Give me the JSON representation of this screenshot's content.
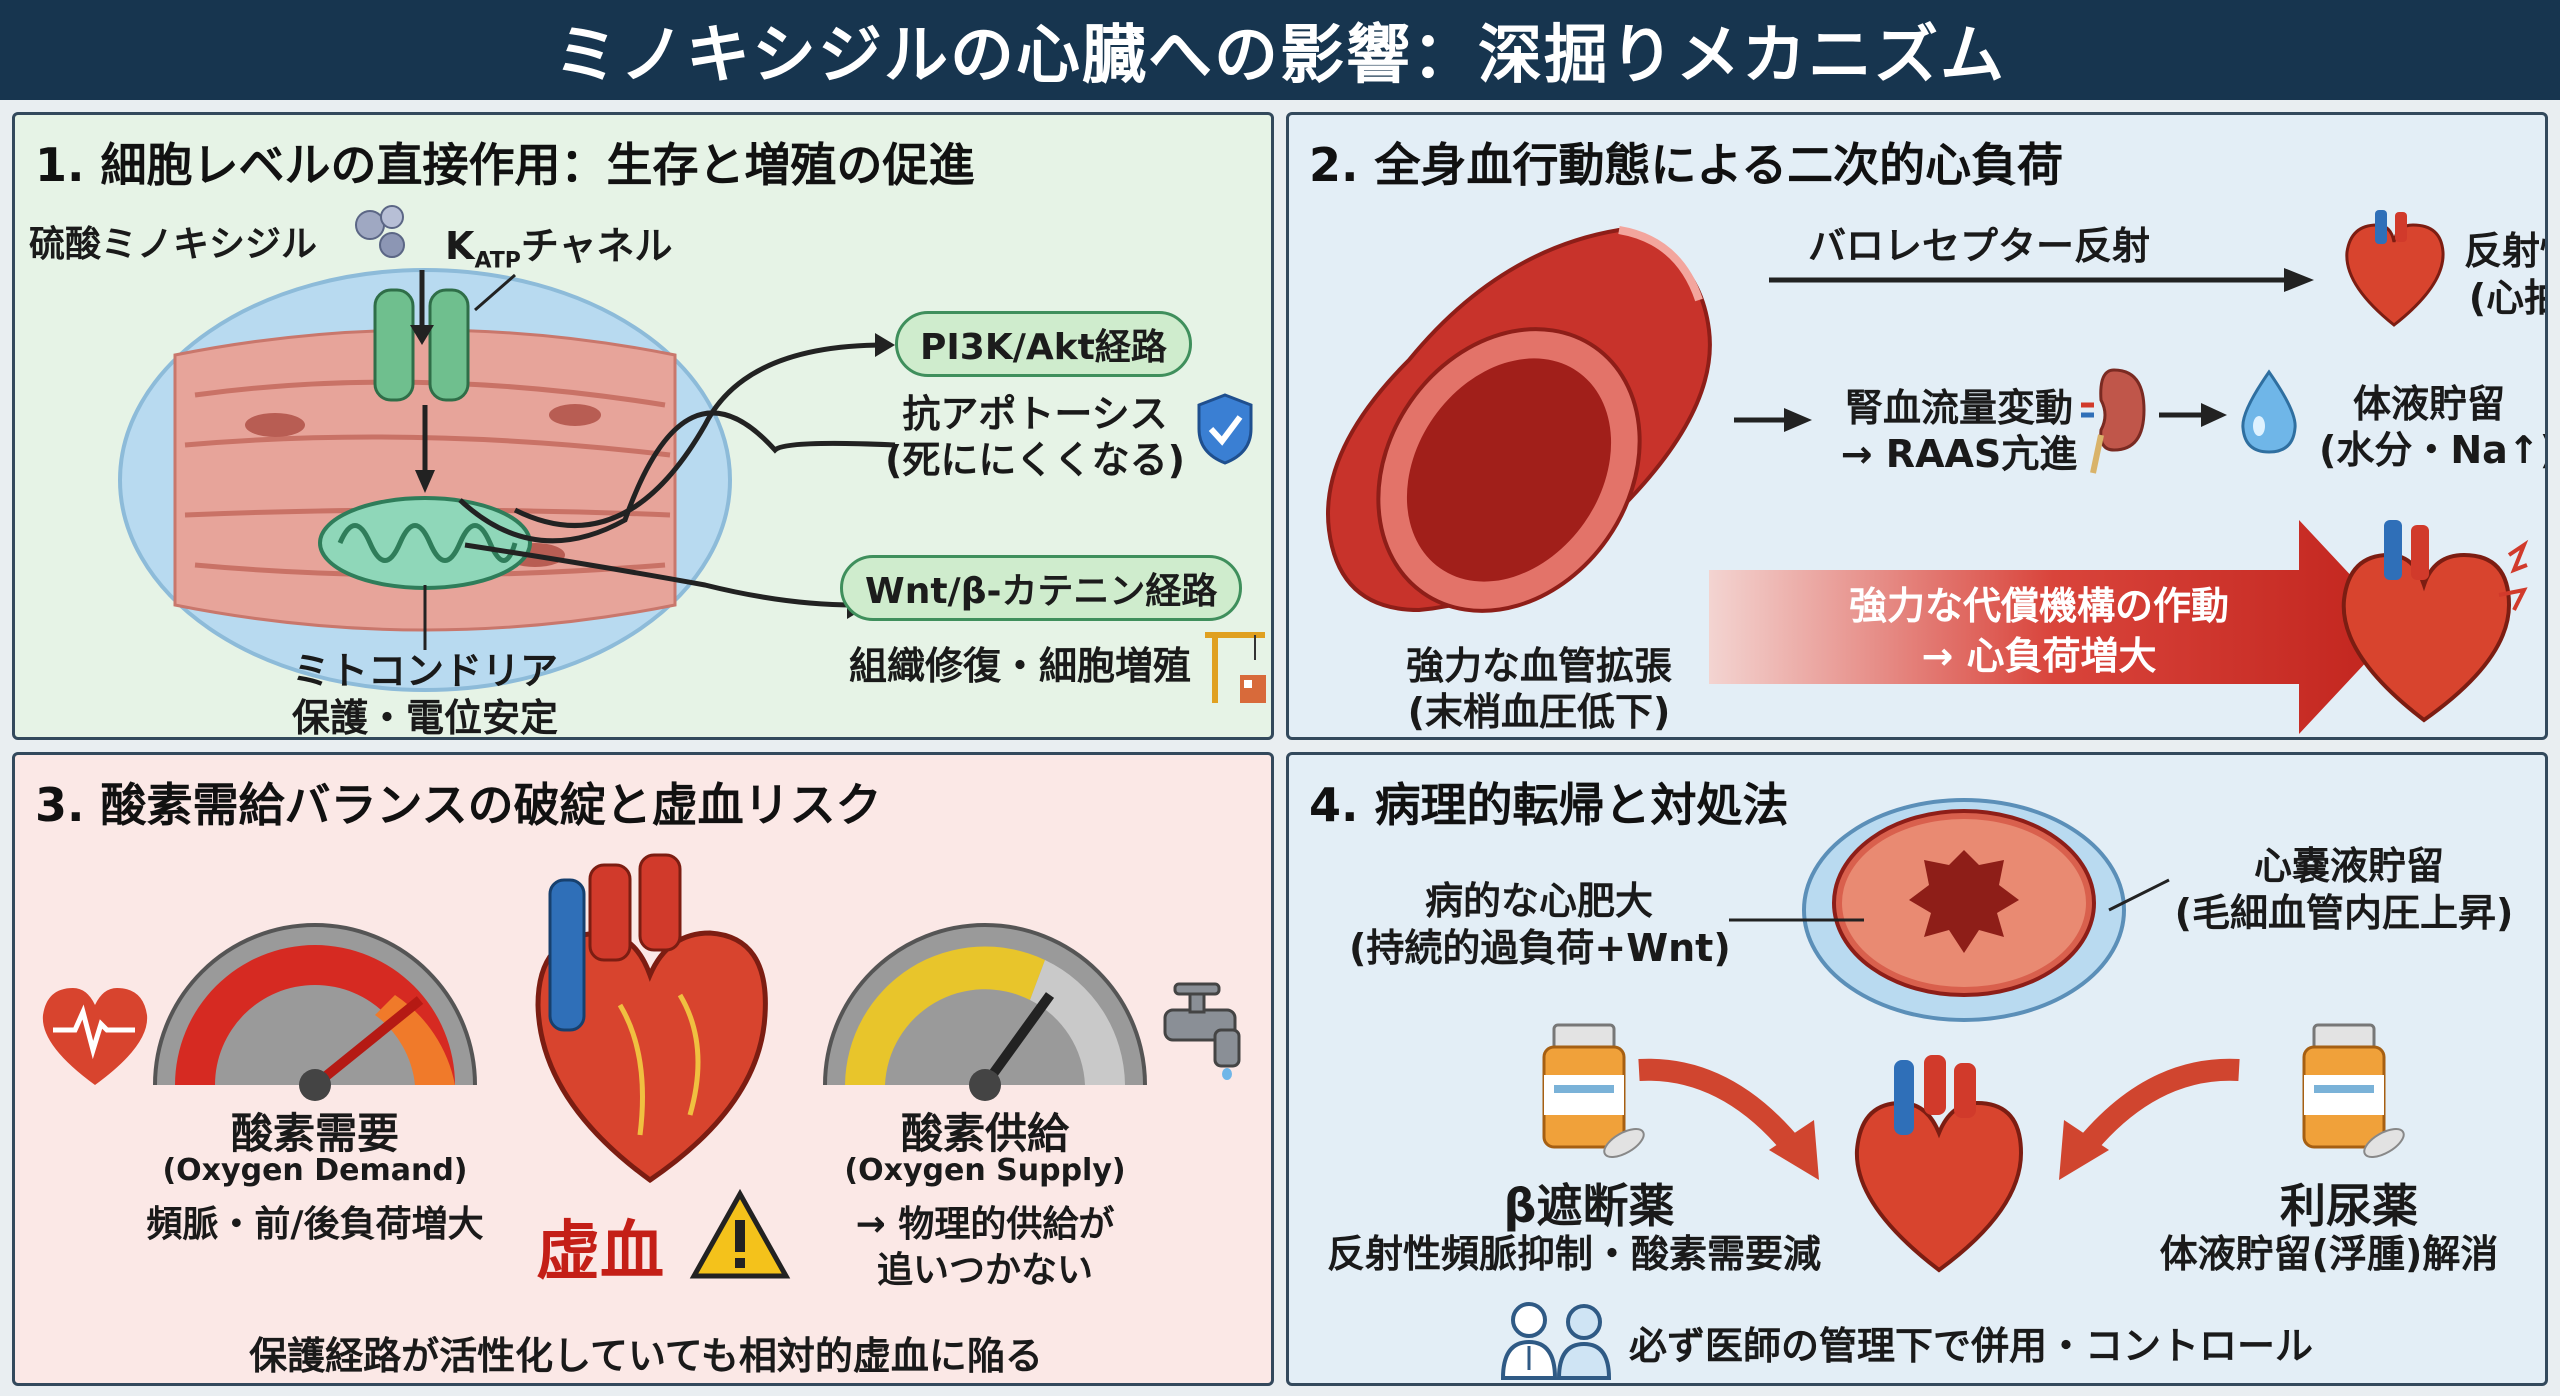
{
  "title": "ミノキシジルの心臓への影響：深掘りメカニズム",
  "panel1": {
    "title": "1. 細胞レベルの直接作用：生存と増殖の促進",
    "drug_label": "硫酸ミノキシジル",
    "channel_label_k": "K",
    "channel_label_sub": "ATP",
    "channel_label_rest": "チャネル",
    "pathway1": "PI3K/Akt経路",
    "pathway1_effect1": "抗アポトーシス",
    "pathway1_effect2": "(死ににくくなる)",
    "pathway2": "Wnt/β-カテニン経路",
    "pathway2_effect": "組織修復・細胞増殖",
    "mito_label1": "ミトコンドリア",
    "mito_label2": "保護・電位安定"
  },
  "panel2": {
    "title": "2. 全身血行動態による二次的心負荷",
    "baroreflex": "バロレセプター反射",
    "reflex_tachy1": "反射性頻脈",
    "reflex_tachy2": "(心拍数↑)",
    "renal1": "腎血流量変動",
    "renal2": "→ RAAS亢進",
    "fluid1": "体液貯留",
    "fluid2": "(水分・Na↑)",
    "comp1": "強力な代償機構の作動",
    "comp2": "→ 心負荷増大",
    "vaso1": "強力な血管拡張",
    "vaso2": "(末梢血圧低下)"
  },
  "panel3": {
    "title": "3. 酸素需給バランスの破綻と虚血リスク",
    "demand_title": "酸素需要",
    "demand_en": "(Oxygen Demand)",
    "demand_note": "頻脈・前/後負荷増大",
    "supply_title": "酸素供給",
    "supply_en": "(Oxygen Supply)",
    "supply_note1": "→ 物理的供給が",
    "supply_note2": "追いつかない",
    "ischemia": "虚血",
    "footer": "保護経路が活性化していても相対的虚血に陥る"
  },
  "panel4": {
    "title": "4. 病理的転帰と対処法",
    "hypertrophy1": "病的な心肥大",
    "hypertrophy2": "(持続的過負荷+Wnt)",
    "effusion1": "心嚢液貯留",
    "effusion2": "(毛細血管内圧上昇)",
    "beta_title": "β遮断薬",
    "beta_desc": "反射性頻脈抑制・酸素需要減",
    "diuretic_title": "利尿薬",
    "diuretic_desc": "体液貯留(浮腫)解消",
    "footer": "必ず医師の管理下で併用・コントロール"
  },
  "colors": {
    "title_bg": "#17354f",
    "heart_red": "#d8442e",
    "vessel_blue": "#2f6fb8",
    "arrow_red": "#c9322a",
    "gauge_red": "#d62a22",
    "gauge_yellow": "#e8c52b",
    "green_pill": "#cfeccd"
  },
  "icons": [
    "molecule-icon",
    "shield-check-icon",
    "crane-icon",
    "heart-icon",
    "kidney-icon",
    "water-drop-icon",
    "heart-pulse-icon",
    "faucet-icon",
    "warning-icon",
    "medicine-bottle-icon",
    "doctor-patient-icon"
  ]
}
